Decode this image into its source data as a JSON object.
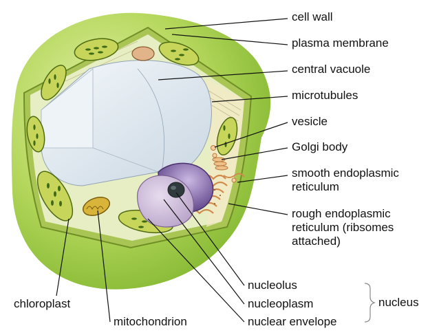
{
  "labels": {
    "cell_wall": "cell wall",
    "plasma_membrane": "plasma membrane",
    "central_vacuole": "central vacuole",
    "microtubules": "microtubules",
    "vesicle": "vesicle",
    "golgi_body": "Golgi body",
    "smooth_er": "smooth endoplasmic\nreticulum",
    "rough_er": "rough endoplasmic\nreticulum (ribsomes\nattached)",
    "nucleolus": "nucleolus",
    "nucleoplasm": "nucleoplasm",
    "nuclear_envelope": "nuclear envelope",
    "nucleus": "nucleus",
    "chloroplast": "chloroplast",
    "mitochondrion": "mitochondrion"
  },
  "colors": {
    "cell_wall_outer": "#8dc63f",
    "cell_wall_light": "#d8eb9a",
    "cytoplasm": "#eef2c8",
    "chloroplast_fill": "#c8d85a",
    "chloroplast_stroke": "#4e6b12",
    "thylakoid": "#3f6a16",
    "vacuole": "#dfe8f0",
    "nucleus_purple": "#7d5ea8",
    "nucleolus": "#2e3a3c",
    "mitochondrion": "#c9a227",
    "er_orange": "#e5a468",
    "leader_line": "#111111"
  }
}
